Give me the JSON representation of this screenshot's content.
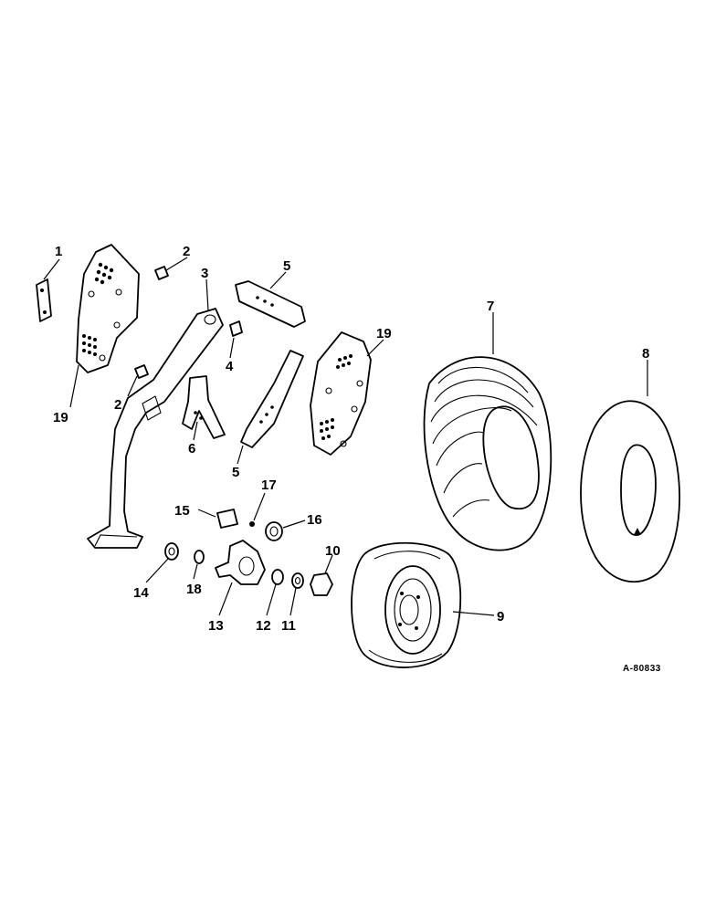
{
  "drawing_number": "A-80833",
  "callouts": [
    {
      "id": "c1",
      "label": "1"
    },
    {
      "id": "c2a",
      "label": "2"
    },
    {
      "id": "c2b",
      "label": "2"
    },
    {
      "id": "c3",
      "label": "3"
    },
    {
      "id": "c4",
      "label": "4"
    },
    {
      "id": "c5a",
      "label": "5"
    },
    {
      "id": "c5b",
      "label": "5"
    },
    {
      "id": "c6",
      "label": "6"
    },
    {
      "id": "c7",
      "label": "7"
    },
    {
      "id": "c8",
      "label": "8"
    },
    {
      "id": "c9",
      "label": "9"
    },
    {
      "id": "c10",
      "label": "10"
    },
    {
      "id": "c11",
      "label": "11"
    },
    {
      "id": "c12",
      "label": "12"
    },
    {
      "id": "c13",
      "label": "13"
    },
    {
      "id": "c14",
      "label": "14"
    },
    {
      "id": "c15",
      "label": "15"
    },
    {
      "id": "c16",
      "label": "16"
    },
    {
      "id": "c17",
      "label": "17"
    },
    {
      "id": "c18",
      "label": "18"
    },
    {
      "id": "c19a",
      "label": "19"
    },
    {
      "id": "c19b",
      "label": "19"
    }
  ]
}
